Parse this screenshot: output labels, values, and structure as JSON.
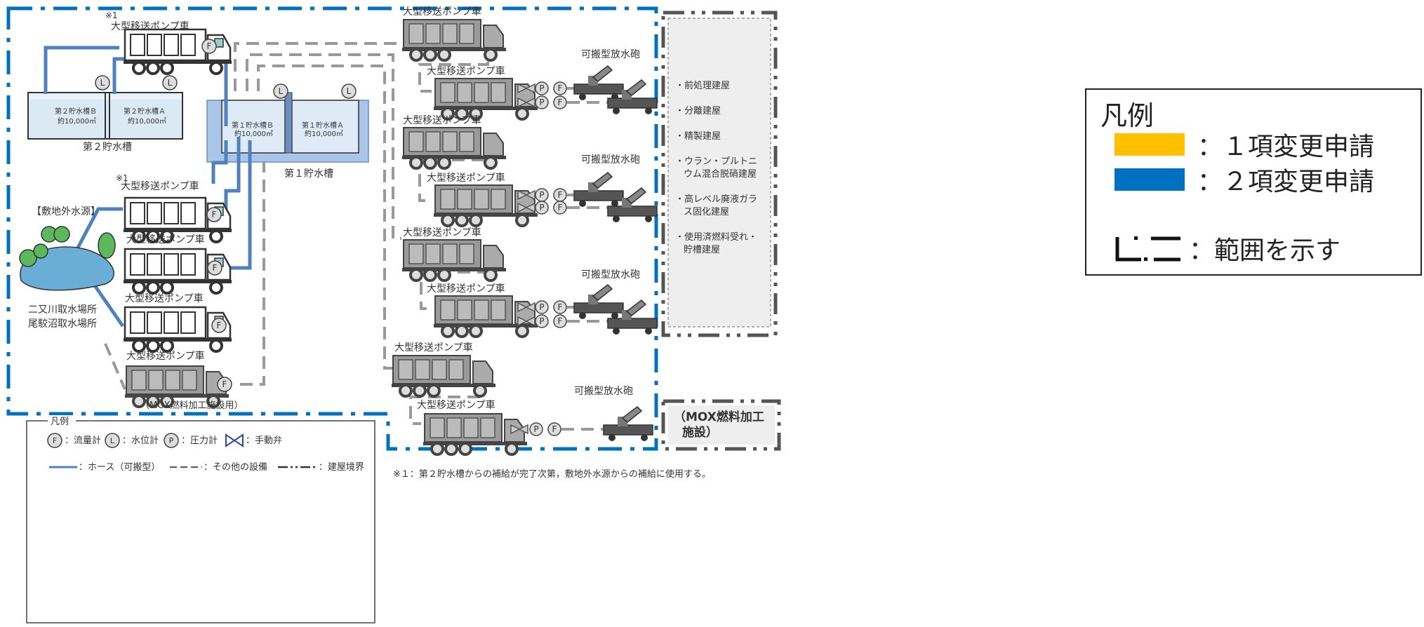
{
  "diagram": {
    "note1": "※1",
    "truck_label": "大型移送ポンプ車",
    "cannon_label": "可搬型放水砲",
    "tank2": {
      "name": "第２貯水槽",
      "cell_b": "第２貯水槽Ｂ",
      "cell_a": "第２貯水槽Ａ",
      "volume": "約10,000㎥"
    },
    "tank1": {
      "name": "第１貯水槽",
      "cell_b": "第１貯水槽Ｂ",
      "cell_a": "第１貯水槽Ａ",
      "volume": "約10,000㎥"
    },
    "offsite_source": "【敷地外水源】",
    "intake1": "二又川取水場所",
    "intake2": "尾駮沼取水場所",
    "mox_caption": "（MOX燃料加工施設用）",
    "meter_flow": "F",
    "meter_level": "L",
    "meter_pressure": "P",
    "buildings": [
      "・前処理建屋",
      "・分離建屋",
      "・精製建屋",
      "・ウラン・プルトニ",
      "ウム混合脱硝建屋",
      "・高レベル廃液ガラ",
      "ス固化建屋",
      "・使用済燃料受れ・",
      "貯槽建屋"
    ],
    "mox_facility_1": "（MOX燃料加工",
    "mox_facility_2": "施設）",
    "footnote": "※１：第２貯水槽からの補給が完了次第，敷地外水源からの補給に使用する。",
    "inner_legend": {
      "title": "凡例",
      "flow": "：流量計",
      "level": "：水位計",
      "pressure": "：圧力計",
      "valve": "：手動弁",
      "hose": "：ホース（可搬型）",
      "other": "：その他の設備",
      "boundary": "：建屋境界"
    }
  },
  "legend": {
    "title": "凡例",
    "item1_label": "：１項変更申請",
    "item1_color": "#FFC000",
    "item2_label": "：２項変更申請",
    "item2_color": "#0070C0",
    "range_label": "：範囲を示す"
  }
}
